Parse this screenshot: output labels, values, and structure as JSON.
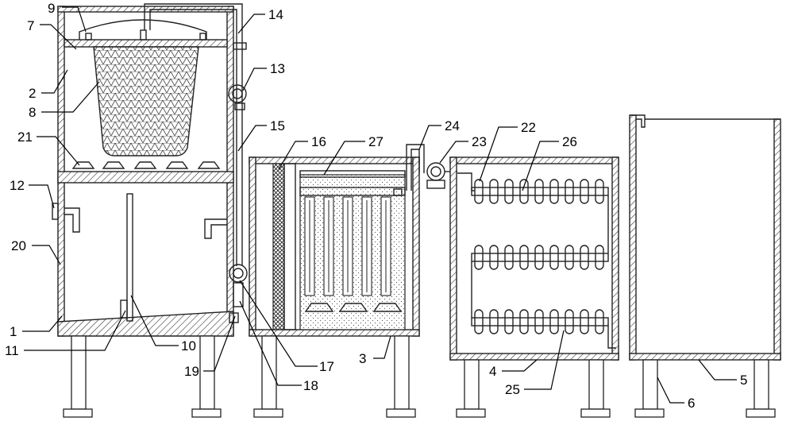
{
  "labels": [
    {
      "key": "l1",
      "text": "1"
    },
    {
      "key": "l2",
      "text": "2"
    },
    {
      "key": "l3",
      "text": "3"
    },
    {
      "key": "l4",
      "text": "4"
    },
    {
      "key": "l5",
      "text": "5"
    },
    {
      "key": "l6",
      "text": "6"
    },
    {
      "key": "l7",
      "text": "7"
    },
    {
      "key": "l8",
      "text": "8"
    },
    {
      "key": "l9",
      "text": "9"
    },
    {
      "key": "l10",
      "text": "10"
    },
    {
      "key": "l11",
      "text": "11"
    },
    {
      "key": "l12",
      "text": "12"
    },
    {
      "key": "l13",
      "text": "13"
    },
    {
      "key": "l14",
      "text": "14"
    },
    {
      "key": "l15",
      "text": "15"
    },
    {
      "key": "l16",
      "text": "16"
    },
    {
      "key": "l17",
      "text": "17"
    },
    {
      "key": "l18",
      "text": "18"
    },
    {
      "key": "l19",
      "text": "19"
    },
    {
      "key": "l20",
      "text": "20"
    },
    {
      "key": "l21",
      "text": "21"
    },
    {
      "key": "l22",
      "text": "22"
    },
    {
      "key": "l23",
      "text": "23"
    },
    {
      "key": "l24",
      "text": "24"
    },
    {
      "key": "l25",
      "text": "25"
    },
    {
      "key": "l26",
      "text": "26"
    },
    {
      "key": "l27",
      "text": "27"
    }
  ]
}
